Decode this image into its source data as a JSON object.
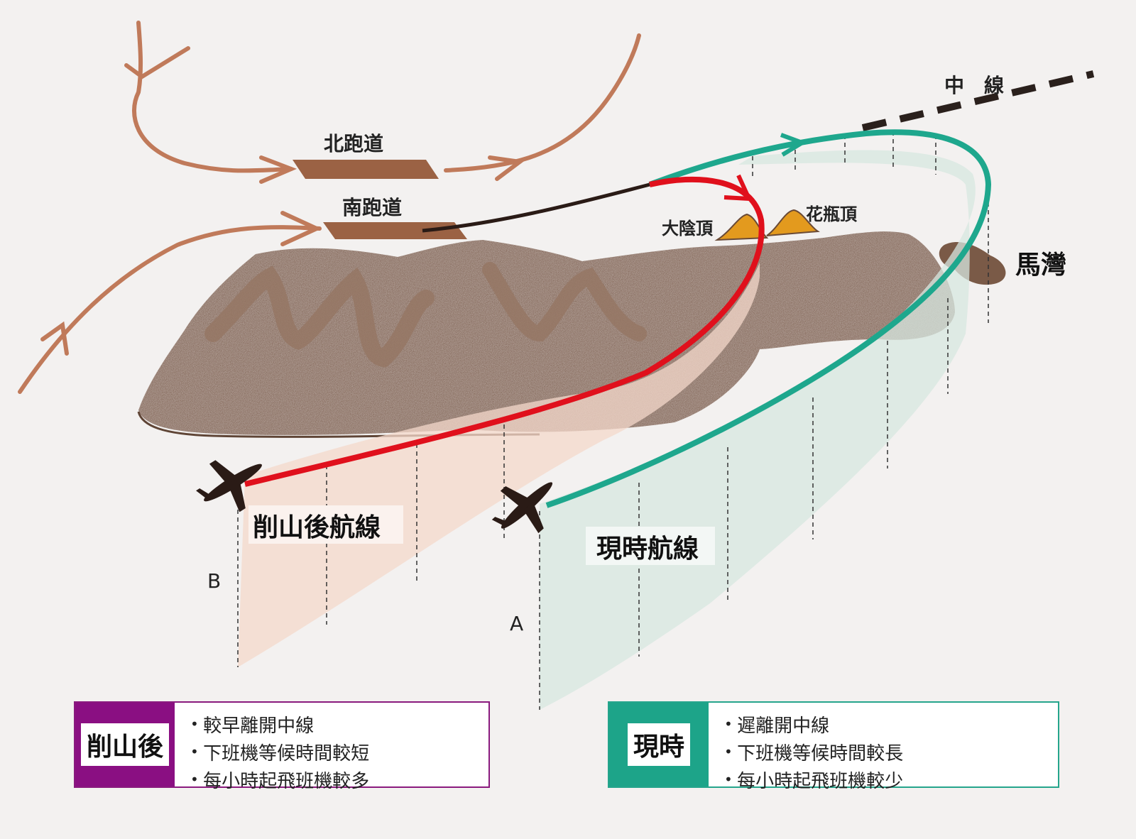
{
  "labels": {
    "north_runway": "北跑道",
    "south_runway": "南跑道",
    "centerline": "中　線",
    "peak_tai_yam": "大陰頂",
    "peak_fa_ping": "花瓶頂",
    "ma_wan": "馬灣",
    "route_after": "削山後航線",
    "route_current": "現時航線",
    "point_a": "A",
    "point_b": "B"
  },
  "legend_after": {
    "title": "削山後",
    "items": [
      "較早離開中線",
      "下班機等候時間較短",
      "每小時起飛班機較多"
    ]
  },
  "legend_current": {
    "title": "現時",
    "items": [
      "遲離開中線",
      "下班機等候時間較長",
      "每小時起飛班機較少"
    ]
  },
  "colors": {
    "route_after": "#e0101c",
    "route_current": "#1ea78d",
    "terrain": "#7a5a47",
    "runway": "#9b6244",
    "arrows": "#c07a5a",
    "legend_after": "#8a0f82",
    "legend_current": "#1da489",
    "peaks": "#e39a1e"
  }
}
